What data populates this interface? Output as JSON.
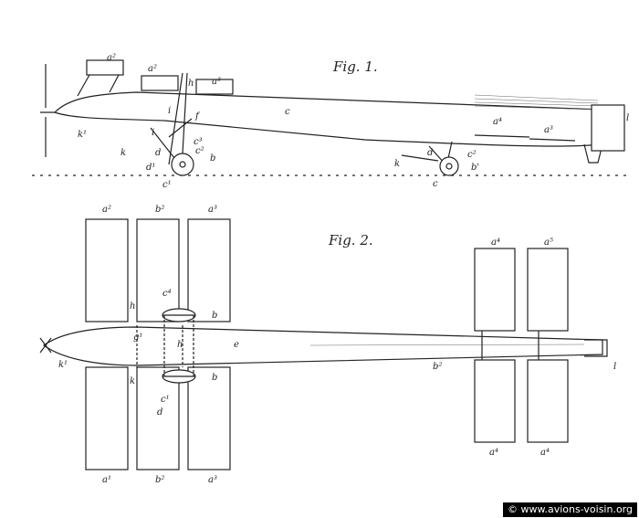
{
  "figures": {
    "fig1_title": "Fig. 1.",
    "fig2_title": "Fig. 2."
  },
  "labels": {
    "a1": "a¹",
    "a2": "a²",
    "a3": "a³",
    "a4": "a⁴",
    "a5": "a⁵",
    "b": "b",
    "b1": "b'",
    "b2": "b²",
    "c": "c",
    "c1": "c¹",
    "c2": "c²",
    "c3": "c³",
    "c4": "c⁴",
    "d": "d",
    "d1": "d¹",
    "e": "e",
    "f": "f",
    "g1": "g¹",
    "h": "h",
    "i": "i",
    "k": "k",
    "k1": "k¹",
    "l": "l"
  },
  "watermark": "© www.avions-voisin.org"
}
